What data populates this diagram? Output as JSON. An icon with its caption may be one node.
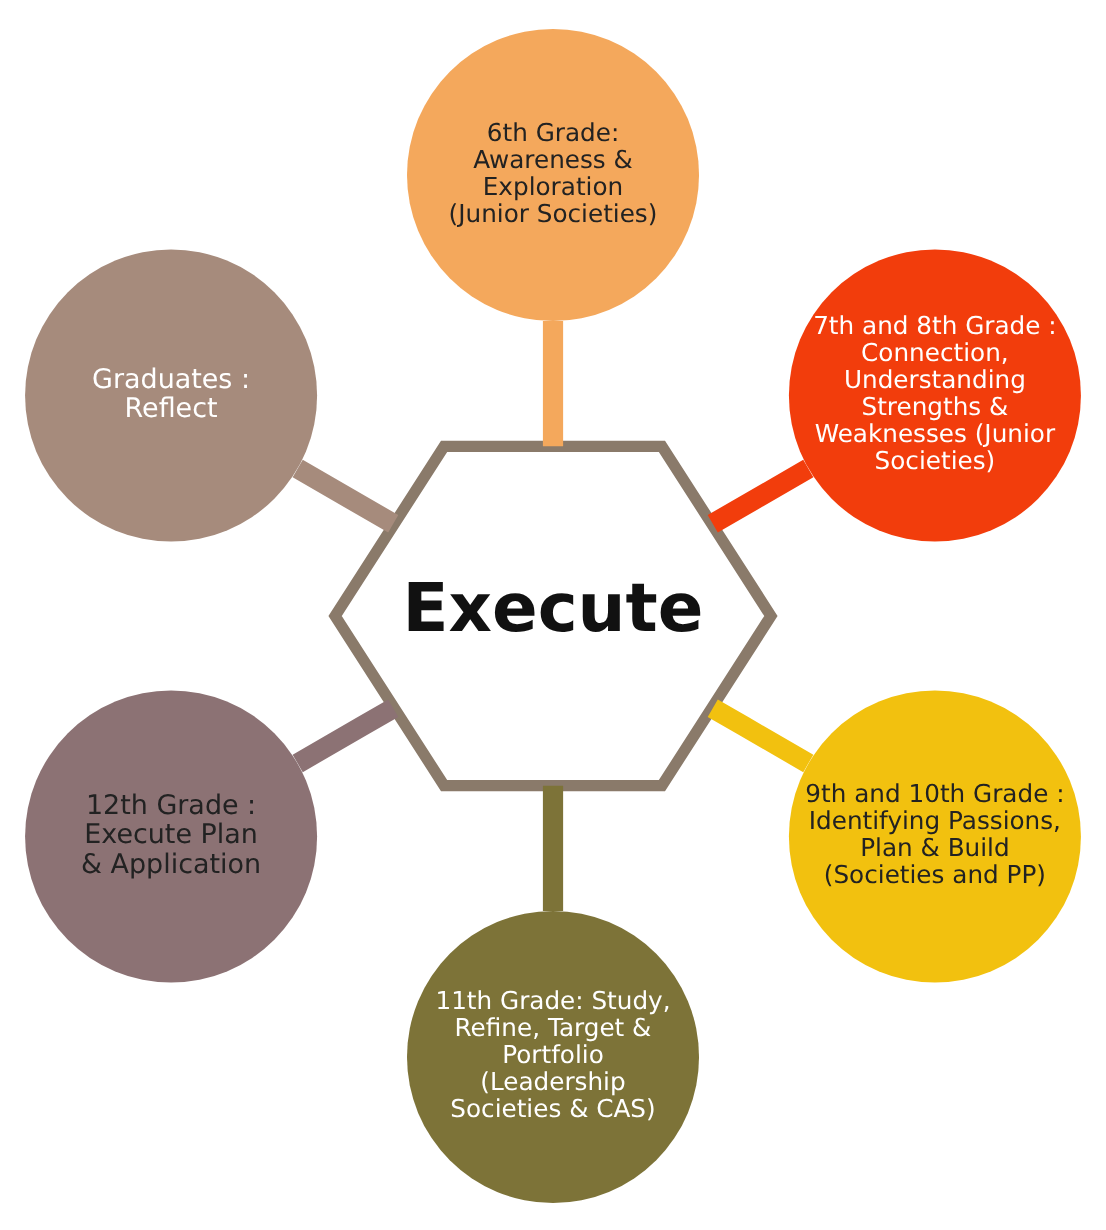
{
  "diagram": {
    "nodes": [
      {
        "text": [
          "Execute"
        ]
      },
      {
        "text": [
          "6th Grade: Awareness & Exploration (Junior Societies)"
        ]
      },
      {
        "text": [
          "7th and 8th Grade : Connection, Understanding Strengths & Weaknesses (Junior Societies)"
        ]
      },
      {
        "text": [
          "9th and 10th Grade : Identifying Passions, Plan & Build (Societies and PP)"
        ]
      },
      {
        "text": [
          "11th Grade: Study, Refine, Target & Portfolio (Leadership Societies & CAS)"
        ]
      },
      {
        "text": [
          "12th Grade : Execute Plan & Application"
        ]
      },
      {
        "text": [
          "Graduates : Reflect"
        ]
      }
    ],
    "edges": [
      {
        "from": 0,
        "to": 1,
        "arrow": "none",
        "color": "#f4a85c"
      },
      {
        "from": 0,
        "to": 2,
        "arrow": "none",
        "color": "#f23d0c"
      },
      {
        "from": 0,
        "to": 3,
        "arrow": "none",
        "color": "#f2c10f"
      },
      {
        "from": 0,
        "to": 4,
        "arrow": "none",
        "color": "#7d7338"
      },
      {
        "from": 0,
        "to": 5,
        "arrow": "none",
        "color": "#8c7274"
      },
      {
        "from": 0,
        "to": 6,
        "arrow": "none",
        "color": "#a68b7c"
      }
    ]
  }
}
